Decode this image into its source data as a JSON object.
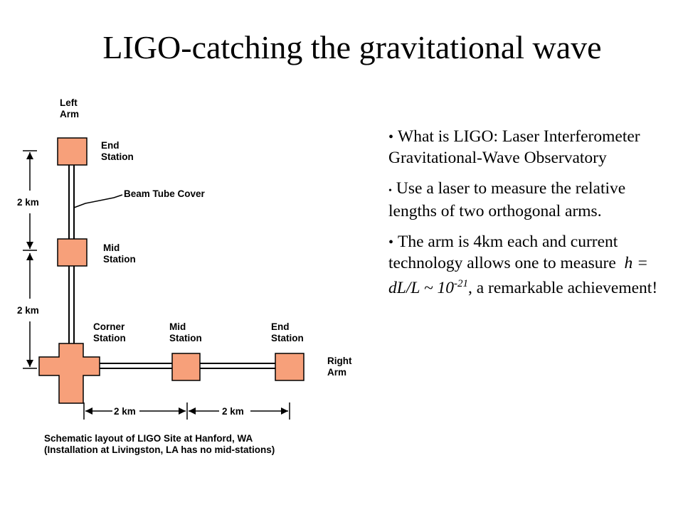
{
  "slide": {
    "title": "LIGO-catching the gravitational wave"
  },
  "diagram": {
    "labels": {
      "left_arm": [
        "Left",
        "Arm"
      ],
      "end_station_top": [
        "End",
        "Station"
      ],
      "beam_tube_cover": "Beam Tube Cover",
      "mid_station_vertical": [
        "Mid",
        "Station"
      ],
      "corner_station": [
        "Corner",
        "Station"
      ],
      "mid_station_horizontal": [
        "Mid",
        "Station"
      ],
      "end_station_right": [
        "End",
        "Station"
      ],
      "right_arm": [
        "Right",
        "Arm"
      ],
      "dim_upper": "2 km",
      "dim_lower": "2 km",
      "dim_left_horizontal": "2 km",
      "dim_right_horizontal": "2 km"
    },
    "caption": [
      "Schematic layout of LIGO Site at Hanford, WA",
      "(Installation at Livingston, LA has no mid-stations)"
    ],
    "colors": {
      "station_fill": "#F7A07A",
      "line": "#000000"
    }
  },
  "bullets": [
    {
      "text": "What is LIGO: Laser Interferometer Gravitational-Wave Observatory"
    },
    {
      "text": "Use a laser to measure the relative lengths of two orthogonal arms."
    },
    {
      "text_before": "The arm is 4km each and current technology allows one to measure",
      "formula": "h = dL/L ~ 10",
      "exponent": "-21",
      "text_after": ", a remarkable achievement!"
    }
  ]
}
